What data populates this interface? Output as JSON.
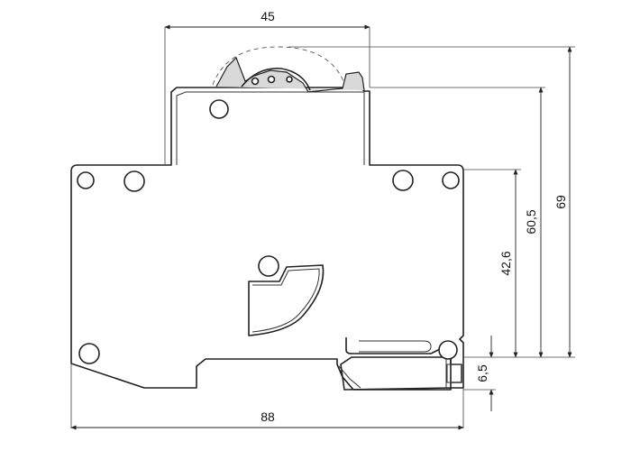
{
  "dimensions": {
    "top_width": "45",
    "overall_width": "88",
    "height_a": "42,6",
    "height_b": "60,5",
    "height_c": "69",
    "rail_depth": "6,5"
  }
}
